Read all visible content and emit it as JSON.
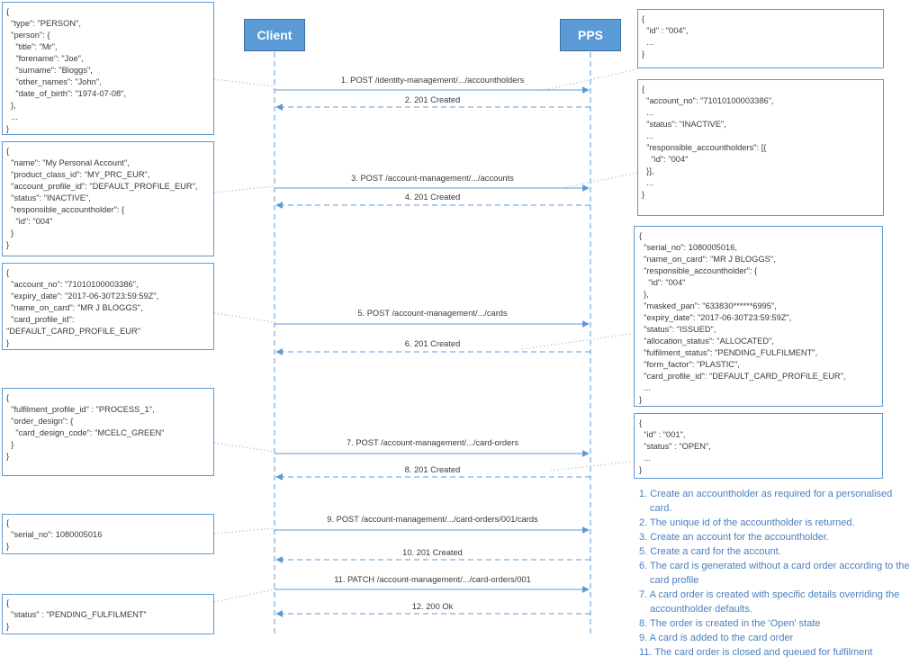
{
  "participants": {
    "client": "Client",
    "pps": "PPS"
  },
  "requests": [
    "{\n  \"type\": \"PERSON\",\n  \"person\": {\n    \"title\": \"Mr\",\n    \"forename\": \"Joe\",\n    \"surname\": \"Bloggs\",\n    \"other_names\": \"John\",\n    \"date_of_birth\": \"1974-07-08\",\n  },\n  ...\n}",
    "{\n  \"name\": \"My Personal Account\",\n  \"product_class_id\": \"MY_PRC_EUR\",\n  \"account_profile_id\": \"DEFAULT_PROFILE_EUR\",\n  \"status\": \"INACTIVE\",\n  \"responsible_accountholder\": {\n    \"id\": \"004\"\n  }\n}",
    "{\n  \"account_no\": \"71010100003386\",\n  \"expiry_date\": \"2017-06-30T23:59:59Z\",\n  \"name_on_card\": \"MR J BLOGGS\",\n  \"card_profile_id\":\n\"DEFAULT_CARD_PROFILE_EUR\"\n}",
    "{\n  \"fulfilment_profile_id\" : \"PROCESS_1\",\n  \"order_design\": {\n    \"card_design_code\": \"MCELC_GREEN\"\n  }\n}",
    "{\n  \"serial_no\": 1080005016\n}",
    "{\n  \"status\" : \"PENDING_FULFILMENT\"\n}"
  ],
  "responses": [
    "{\n  \"id\" : \"004\",\n  ...\n}",
    "{\n  \"account_no\": \"71010100003386\",\n  ...\n  \"status\": \"INACTIVE\",\n  ...\n  \"responsible_accountholders\": [{\n    \"id\": \"004\"\n  }],\n  ...\n}",
    "{\n  \"serial_no\": 1080005016,\n  \"name_on_card\": \"MR J BLOGGS\",\n  \"responsible_accountholder\": {\n    \"id\": \"004\"\n  },\n  \"masked_pan\": \"633830******6995\",\n  \"expiry_date\": \"2017-06-30T23:59:59Z\",\n  \"status\": \"ISSUED\",\n  \"allocation_status\": \"ALLOCATED\",\n  \"fulfilment_status\": \"PENDING_FULFILMENT\",\n  \"form_factor\": \"PLASTIC\",\n  \"card_profile_id\": \"DEFAULT_CARD_PROFILE_EUR\",\n  ...\n}",
    "{\n  \"id\" : \"001\",\n  \"status\" : \"OPEN\",\n  ...\n}"
  ],
  "messages": [
    "1. POST /identity-management/.../accountholders",
    "2. 201 Created",
    "3. POST /account-management/.../accounts",
    "4. 201 Created",
    "5. POST /account-management/.../cards",
    "6. 201 Created",
    "7. POST /account-management/.../card-orders",
    "8. 201 Created",
    "9. POST /account-management/.../card-orders/001/cards",
    "10. 201 Created",
    "11. PATCH /account-management/.../card-orders/001",
    "12. 200 Ok"
  ],
  "notes": [
    "1. Create an accountholder as required for a personalised card.",
    "2. The unique id of the accountholder is returned.",
    "3. Create an account for the accountholder.",
    "5. Create a card for the account.",
    "6. The card is generated without a card order according to the card profile",
    "7. A card order is created with specific details overriding the accountholder defaults.",
    "8. The order is created in the 'Open' state",
    "9. A card is added to the card order",
    "11. The card order is closed and queued for fulfilment"
  ]
}
